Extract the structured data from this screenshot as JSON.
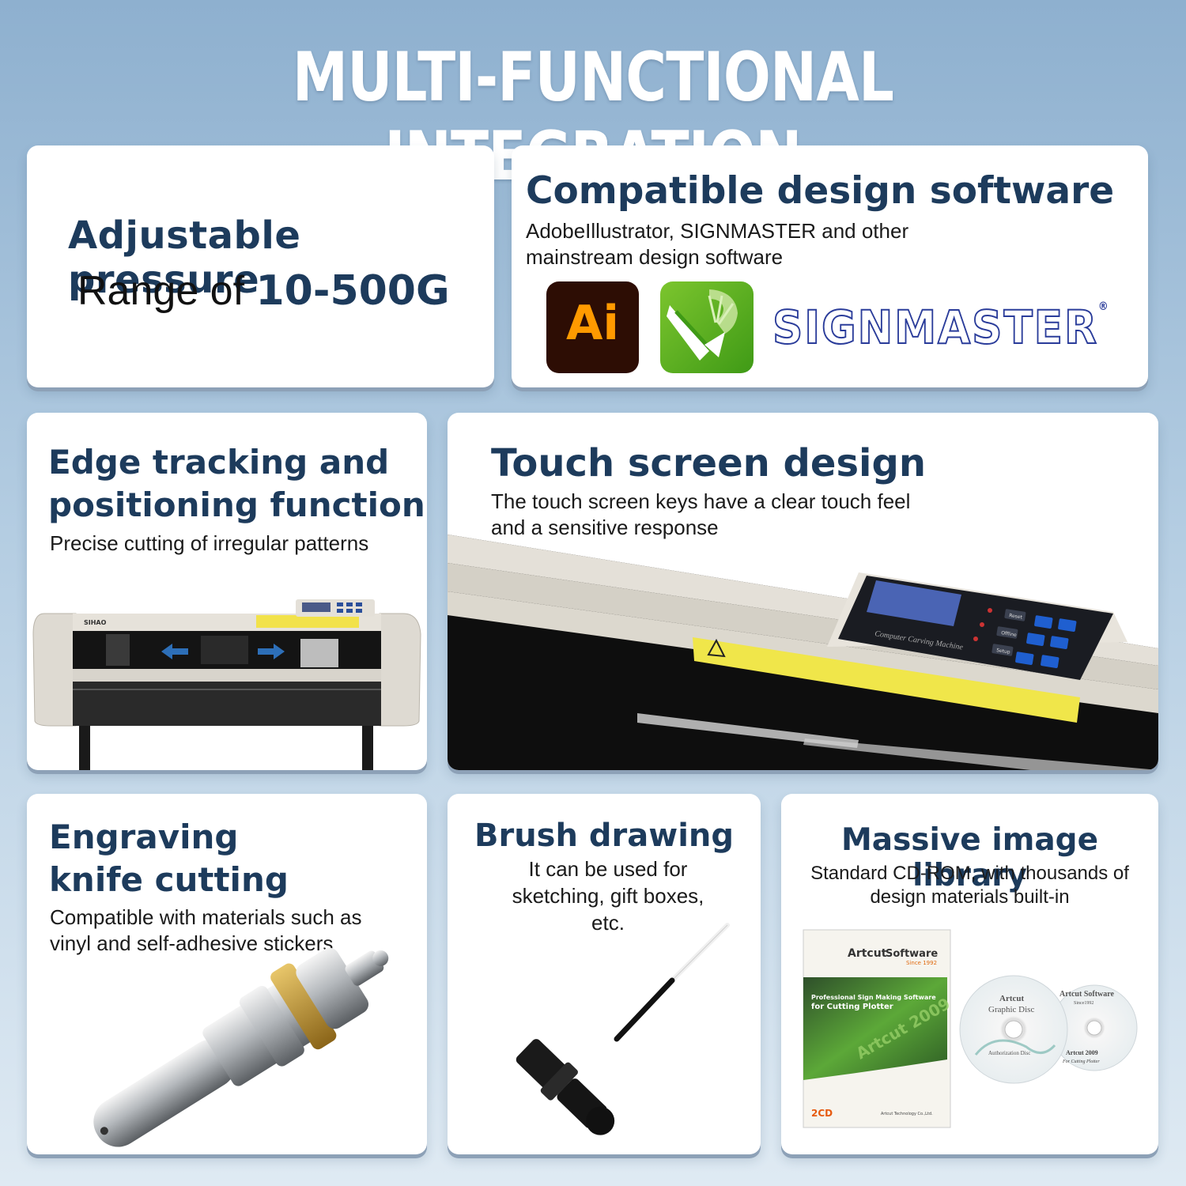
{
  "title": "MULTI-FUNCTIONAL INTEGRATION",
  "pressure": {
    "heading": "Adjustable pressure",
    "range_prefix": "Range of ",
    "range_value": "10-500G"
  },
  "software": {
    "heading": "Compatible design software",
    "text": "AdobeIllustrator, SIGNMASTER and other mainstream design software",
    "ai_logo": "Ai",
    "signmaster_logo": "SIGNMASTER",
    "registered_mark": "®"
  },
  "edge": {
    "heading_line1": "Edge tracking and",
    "heading_line2": "positioning function",
    "text": "Precise cutting of irregular patterns",
    "machine_brand": "SIHAO"
  },
  "touch": {
    "heading": "Touch screen design",
    "text_line1": "The touch screen keys have a clear touch feel",
    "text_line2": "and a sensitive response",
    "panel_label": "Computer Carving Machine",
    "keys": [
      "Reset",
      "Offline",
      "Setup"
    ]
  },
  "engraving": {
    "heading_line1": "Engraving",
    "heading_line2": "knife cutting",
    "text_line1": "Compatible with materials such as",
    "text_line2": "vinyl and self-adhesive stickers"
  },
  "brush": {
    "heading": "Brush drawing",
    "text_line1": "It can be used for",
    "text_line2": "sketching, gift boxes,",
    "text_line3": "etc."
  },
  "library": {
    "heading": "Massive image library",
    "text_line1": "Standard CD-ROM, with thousands of",
    "text_line2": "design materials built-in",
    "box_brand": "Artcut",
    "box_brand2": "Software",
    "box_since": "Since 1992",
    "box_tagline1": "Professional Sign Making Software",
    "box_tagline2": "for Cutting Plotter",
    "box_product": "Artcut 2009",
    "box_badge": "2CD",
    "box_company": "Artcut Technology Co.,Ltd.",
    "disc1_title1": "Artcut",
    "disc1_title2": "Graphic Disc",
    "disc1_sub": "Authorization Disc",
    "disc2_title": "Artcut Software",
    "disc2_since": "Since1992",
    "disc2_product": "Artcut 2009",
    "disc2_sub": "For Cutting Plotter"
  }
}
